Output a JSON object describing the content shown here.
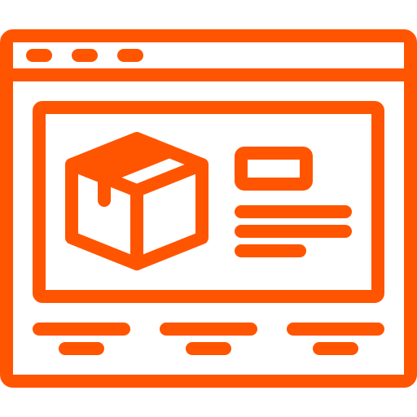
{
  "icon": {
    "name": "product-webpage-icon",
    "description_visible_text": "",
    "colors": {
      "stroke": "#FF5500",
      "background": "#FFFFFF"
    },
    "parts": [
      "browser-window-frame",
      "title-bar",
      "window-control-dots",
      "content-panel",
      "package-box-icon",
      "product-image-placeholder",
      "product-text-lines",
      "footer-link-lines"
    ]
  }
}
